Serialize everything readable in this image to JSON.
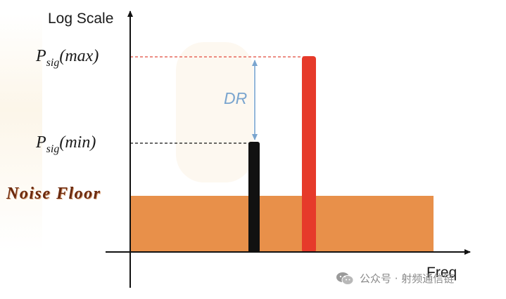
{
  "diagram": {
    "y_axis_label": "Log Scale",
    "x_axis_label": "Freq",
    "p_max": {
      "base": "P",
      "sub": "sig",
      "arg": "(max)"
    },
    "p_min": {
      "base": "P",
      "sub": "sig",
      "arg": "(min)"
    },
    "noise_floor_label": "Noise Floor",
    "dynamic_range_label": "DR",
    "colors": {
      "noise_floor": "#e8904a",
      "strong_signal": "#e63a2a",
      "weak_signal": "#111111",
      "dr_arrow": "#7aa5cf",
      "max_guide": "#e14a3c",
      "axis": "#111111"
    }
  },
  "watermark": {
    "text": "公众号 · 射频通信链",
    "icon": "wechat-icon"
  }
}
